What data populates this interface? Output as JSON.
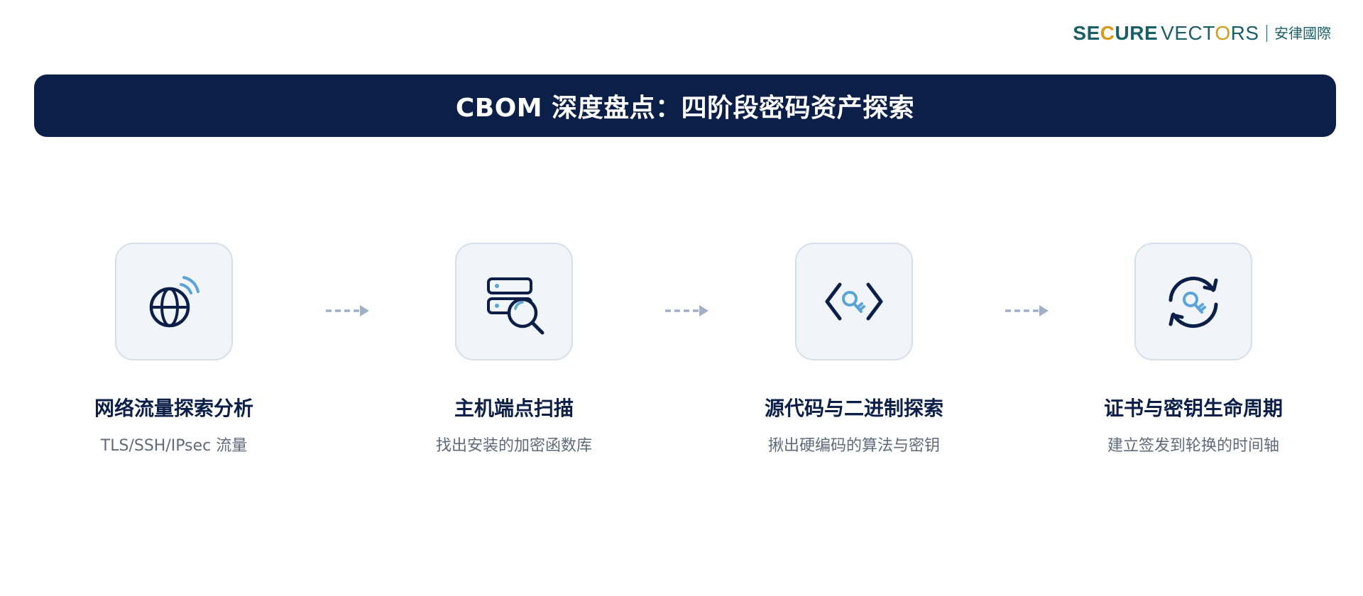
{
  "logo": {
    "part1": "SE",
    "part2": "C",
    "part3": "URE",
    "part4": "VECT",
    "part5": "O",
    "part6": "RS",
    "chinese": "安律國際"
  },
  "title": "CBOM 深度盘点：四阶段密码资产探索",
  "stages": [
    {
      "icon": "globe-signal-icon",
      "title": "网络流量探索分析",
      "desc": "TLS/SSH/IPsec 流量"
    },
    {
      "icon": "server-search-icon",
      "title": "主机端点扫描",
      "desc": "找出安装的加密函数库"
    },
    {
      "icon": "code-key-icon",
      "title": "源代码与二进制探索",
      "desc": "揪出硬编码的算法与密钥"
    },
    {
      "icon": "refresh-key-icon",
      "title": "证书与密钥生命周期",
      "desc": "建立签发到轮换的时间轴"
    }
  ],
  "colors": {
    "navy": "#0c1f48",
    "accent_blue": "#5ba4d8",
    "box_bg": "#f1f5fa",
    "box_border": "#d5dfec",
    "arrow": "#9fb0c8",
    "logo_teal": "#1a5f66",
    "logo_gold": "#d99a1c"
  }
}
